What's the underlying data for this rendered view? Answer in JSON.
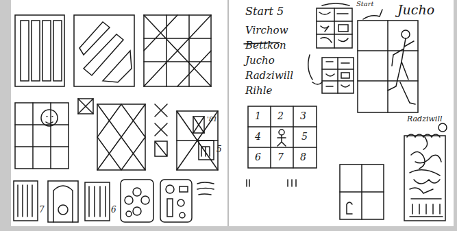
{
  "diagram": {
    "labels": [
      "Start 5",
      "Virchow",
      "Bettkon",
      "Jucho",
      "Radziwill",
      "Rihle",
      "1",
      "2",
      "3",
      "4",
      "5",
      "6",
      "7",
      "8",
      "Jucho",
      "Radziwill",
      "Start",
      "'81",
      "5",
      "7",
      "6"
    ]
  }
}
